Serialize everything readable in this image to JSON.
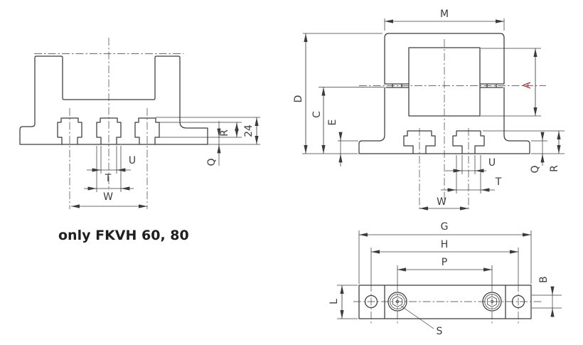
{
  "colors": {
    "line": "#3b3b3b",
    "label": "#3d3d3d",
    "accent": "#a63a3a",
    "caption": "#1f1f1f",
    "background": "#ffffff"
  },
  "caption": {
    "text": "only FKVH 60, 80"
  },
  "views": {
    "left_section": {
      "title": "section view (3 T-slots)",
      "dims": {
        "r": "R",
        "height_24": "24",
        "q": "Q",
        "u": "U",
        "t": "T",
        "w": "W"
      }
    },
    "right_section": {
      "title": "assembled section view",
      "dims": {
        "m": "M",
        "d": "D",
        "c": "C",
        "e": "E",
        "a": "A",
        "q": "Q",
        "r": "R",
        "u": "U",
        "t": "T",
        "w": "W"
      }
    },
    "bottom_view": {
      "title": "bottom view",
      "dims": {
        "g": "G",
        "h": "H",
        "p": "P",
        "l": "L",
        "b": "B",
        "s": "S"
      }
    }
  }
}
